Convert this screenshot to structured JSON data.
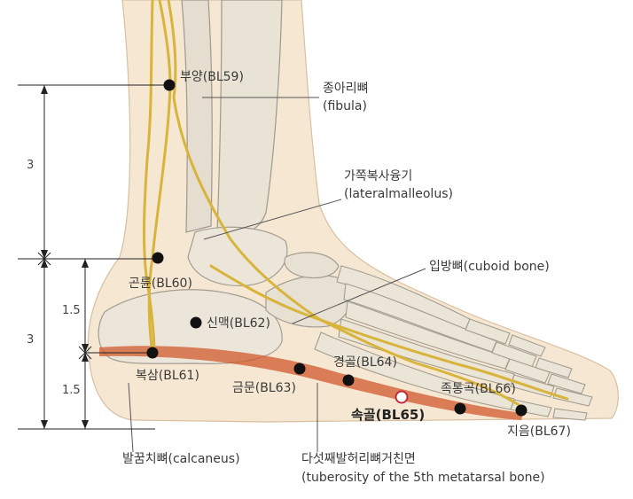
{
  "acupoints": {
    "bl59": "부양(BL59)",
    "bl60": "곤륜(BL60)",
    "bl62": "신맥(BL62)",
    "bl61": "복삼(BL61)",
    "bl63": "금문(BL63)",
    "bl64": "경골(BL64)",
    "bl65": "속골(BL65)",
    "bl66": "족통곡(BL66)",
    "bl67": "지음(BL67)"
  },
  "anatomy": {
    "fibula_ko": "종아리뼈",
    "fibula_en": "(fibula)",
    "malleolus_ko": "가쪽복사융기",
    "malleolus_en": "(lateralmalleolus)",
    "cuboid": "입방뼈(cuboid bone)",
    "calcaneus": "발꿈치뼈(calcaneus)",
    "tuberosity_ko": "다섯째발허리뼈거친면",
    "tuberosity_en": "(tuberosity of the 5th metatarsal bone)"
  },
  "dimensions": {
    "upper": "3",
    "lower": "3",
    "half_top": "1.5",
    "half_bottom": "1.5"
  },
  "colors": {
    "skin": "#f6e7d3",
    "bone": "#e9e3d6",
    "bone_shadow": "#b8b1a5",
    "meridian": "#d8b43a",
    "meridian_red": "#d0592c",
    "point": "#111111",
    "highlight_point": "#c22a3a"
  }
}
